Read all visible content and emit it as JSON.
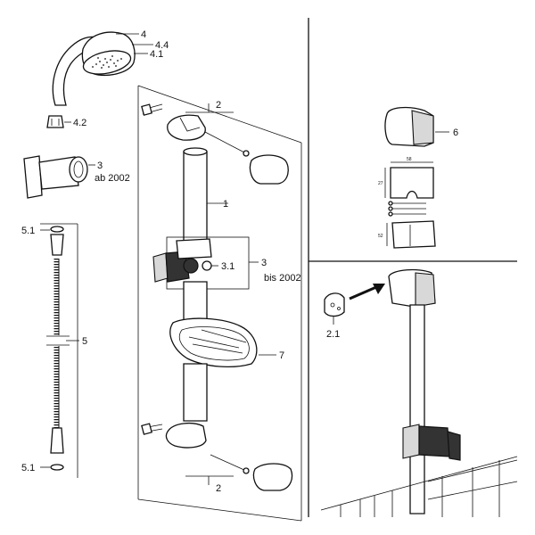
{
  "labels": {
    "head": "4",
    "head_44": "4.4",
    "head_41": "4.1",
    "nut": "4.2",
    "holder": "3",
    "holder_note": "ab 2002",
    "bracket_top": "2",
    "rail": "1",
    "slider": "3.1",
    "slider_ref": "3",
    "slider_note": "bis 2002",
    "dish": "7",
    "bracket_bottom": "2",
    "hose_top": "5.1",
    "hose": "5",
    "hose_bottom": "5.1",
    "cap": "6",
    "adapter": "2.1"
  },
  "dimensions": {
    "width_top": "58",
    "height_left": "27",
    "height_bottom": "52"
  }
}
